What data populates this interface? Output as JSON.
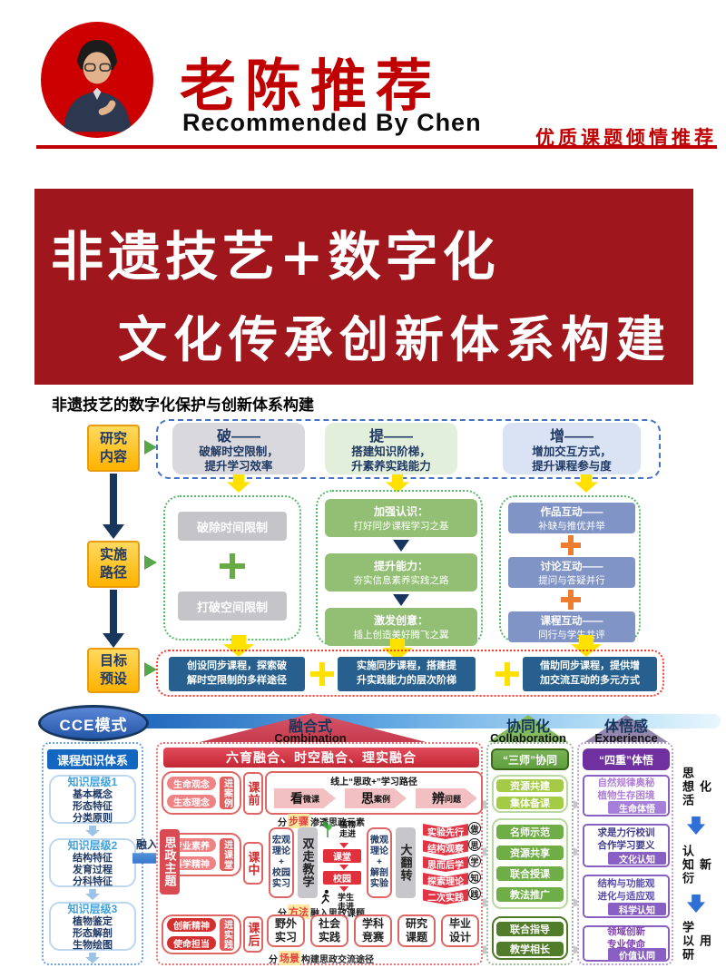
{
  "header": {
    "title": "老陈推荐",
    "subtitle": "Recommended By  Chen",
    "tagline": "优质课题倾情推荐"
  },
  "hero": {
    "line1": "非遗技艺+数字化",
    "line2": "文化传承创新体系构建",
    "caption": "非遗技艺的数字化保护与创新体系构建"
  },
  "framework": {
    "rail": [
      "研究内容",
      "实施路径",
      "目标预设"
    ],
    "pillars": [
      {
        "title": "破——",
        "desc": "破解时空限制，\n提升学习效率"
      },
      {
        "title": "提——",
        "desc": "搭建知识阶梯，\n升素养实践能力"
      },
      {
        "title": "增——",
        "desc": "增加交互方式，\n提升课程参与度"
      }
    ],
    "time_space": [
      "破除时间限制",
      "打破空间限制"
    ],
    "ladder": [
      {
        "head": "加强认识：",
        "body": "打好同步课程学习之基"
      },
      {
        "head": "提升能力：",
        "body": "夯实信息素养实践之路"
      },
      {
        "head": "激发创意：",
        "body": "插上创造美好腾飞之翼"
      }
    ],
    "interact": [
      {
        "head": "作品互动——",
        "body": "补缺与推优并举"
      },
      {
        "head": "讨论互动——",
        "body": "提问与答疑并行"
      },
      {
        "head": "课程互动——",
        "body": "同行与学生共评"
      }
    ],
    "goals": [
      "创设同步课程，探索破\n解时空限制的多样途径",
      "实施同步课程，搭建提\n升实践能力的层次阶梯",
      "借助同步课程，提供增\n加交流互动的多元方式"
    ]
  },
  "cce": {
    "badge": "CCE模式",
    "pillars": [
      {
        "zh": "融合式",
        "en": "Combination"
      },
      {
        "zh": "协同化",
        "en": "Collaboration"
      },
      {
        "zh": "体悟感",
        "en": "Experience"
      }
    ],
    "knowledge": {
      "header": "课程知识体系",
      "levels": [
        {
          "title": "知识层级1",
          "body": "基本概念\n形态特征\n分类原则"
        },
        {
          "title": "知识层级2",
          "body": "结构特征\n发育过程\n分科特征"
        },
        {
          "title": "知识层级3",
          "body": "植物鉴定\n形态解剖\n生物绘图"
        }
      ],
      "merge_label": "融入"
    },
    "fusion": {
      "theme": "思政主题",
      "banner": "六育融合、时空融合、理实融合",
      "rows": [
        {
          "concepts": [
            "生命观念",
            "生态理念"
          ],
          "tag": "进案例",
          "stage": "课前"
        },
        {
          "concepts": [
            "专业素养",
            "科学精神"
          ],
          "tag": "进课堂",
          "stage": "课中"
        },
        {
          "concepts": [
            "创新精神",
            "使命担当"
          ],
          "tag": "进实践",
          "stage": "课后"
        }
      ],
      "online_path": {
        "title": "线上“思政+”学习路径",
        "steps": [
          {
            "big": "看",
            "small": "微课"
          },
          {
            "big": "思",
            "small": "案例"
          },
          {
            "big": "辨",
            "small": "问题"
          }
        ]
      },
      "dividers": [
        {
          "pre": "分",
          "hl": "步骤",
          "post": "渗透思政元素"
        },
        {
          "pre": "分",
          "hl": "方法",
          "post": "融入思政课题"
        },
        {
          "pre": "分",
          "hl": "场景",
          "post": "构建思政交流途径"
        }
      ],
      "in_class": {
        "left_method": "宏观理论+\n校园实习",
        "left_mode": "双走教学",
        "enter_top": "植物走进",
        "classroom": "课堂",
        "campus": "校园",
        "enter_bottom": "学生走进",
        "right_method": "微观理论+\n解剖实验",
        "right_mode": "大翻转",
        "chevrons": [
          {
            "label": "实验先行",
            "mark": "做"
          },
          {
            "label": "结构观察",
            "mark": "思"
          },
          {
            "label": "思而后学",
            "mark": "学"
          },
          {
            "label": "探索理论",
            "mark": "知"
          },
          {
            "label": "二次实践",
            "mark": "践"
          }
        ]
      },
      "after_class": [
        "野外实习",
        "社会实践",
        "学科竞赛",
        "研究课题",
        "毕业设计"
      ]
    },
    "collab": {
      "header": "“三师”协同",
      "prep": [
        "资源共建",
        "集体备课"
      ],
      "mid": [
        "名师示范",
        "资源共享",
        "联合授课",
        "教法推广"
      ],
      "post": [
        "联合指导",
        "教学相长"
      ]
    },
    "experience": {
      "header": "“四重”体悟",
      "items": [
        {
          "body": "自然规律奥秘\n植物生存困境",
          "tag": "生命体悟"
        },
        {
          "body": "求是力行校训\n合作学习要义",
          "tag": "文化认知"
        },
        {
          "body": "结构与功能观\n进化与适应观",
          "tag": "科学认知"
        },
        {
          "body": "领域创新\n专业使命",
          "tag": "价值认同"
        }
      ]
    },
    "outcomes": [
      "思想活化",
      "认知衍新",
      "学以研用"
    ]
  },
  "colors": {
    "brand_red": "#c00000",
    "banner_red": "#9f161d",
    "navy": "#1f3864",
    "rail_orange": "#ffc000",
    "green": "#70ad47",
    "blue_accent": "#4472c4",
    "purple": "#7030a0"
  }
}
